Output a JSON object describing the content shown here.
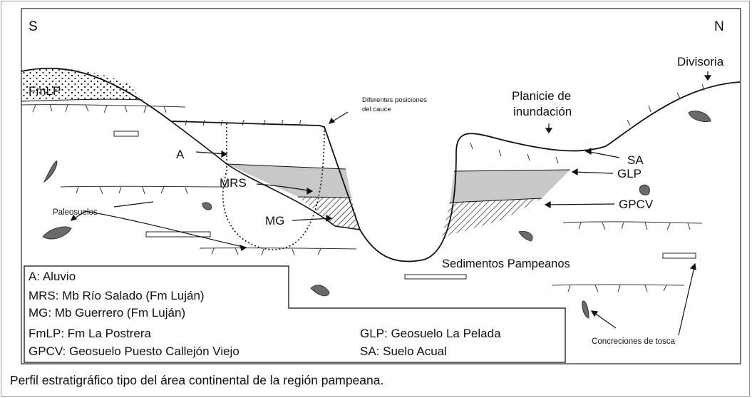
{
  "orientation": {
    "left": "S",
    "right": "N"
  },
  "labels": {
    "fmlp": "FmLP",
    "divisoria": "Divisoria",
    "planicie_line1": "Planicie de",
    "planicie_line2": "inundación",
    "diferentes_line1": "Diferentes posiciones",
    "diferentes_line2": "del cauce",
    "a": "A",
    "mrs": "MRS",
    "mg": "MG",
    "sa": "SA",
    "glp": "GLP",
    "gpcv": "GPCV",
    "paleosuelos": "Paleosuelos",
    "sedimentos": "Sedimentos Pampeanos",
    "concreciones": "Concreciones de tosca"
  },
  "legend": {
    "items": [
      "A: Aluvio",
      "MRS: Mb Río Salado (Fm Luján)",
      "MG: Mb Guerrero (Fm Luján)",
      "FmLP: Fm La Postrera",
      "GPCV: Geosuelo Puesto Callejón Viejo"
    ],
    "right_items": [
      "GLP: Geosuelo La Pelada",
      "SA: Suelo Acual"
    ]
  },
  "caption": "Perfil estratigráfico tipo del área continental de la región pampeana.",
  "colors": {
    "grey_fill": "#c8c8c8",
    "nodule": "#6a6a6a",
    "line": "#111111"
  }
}
